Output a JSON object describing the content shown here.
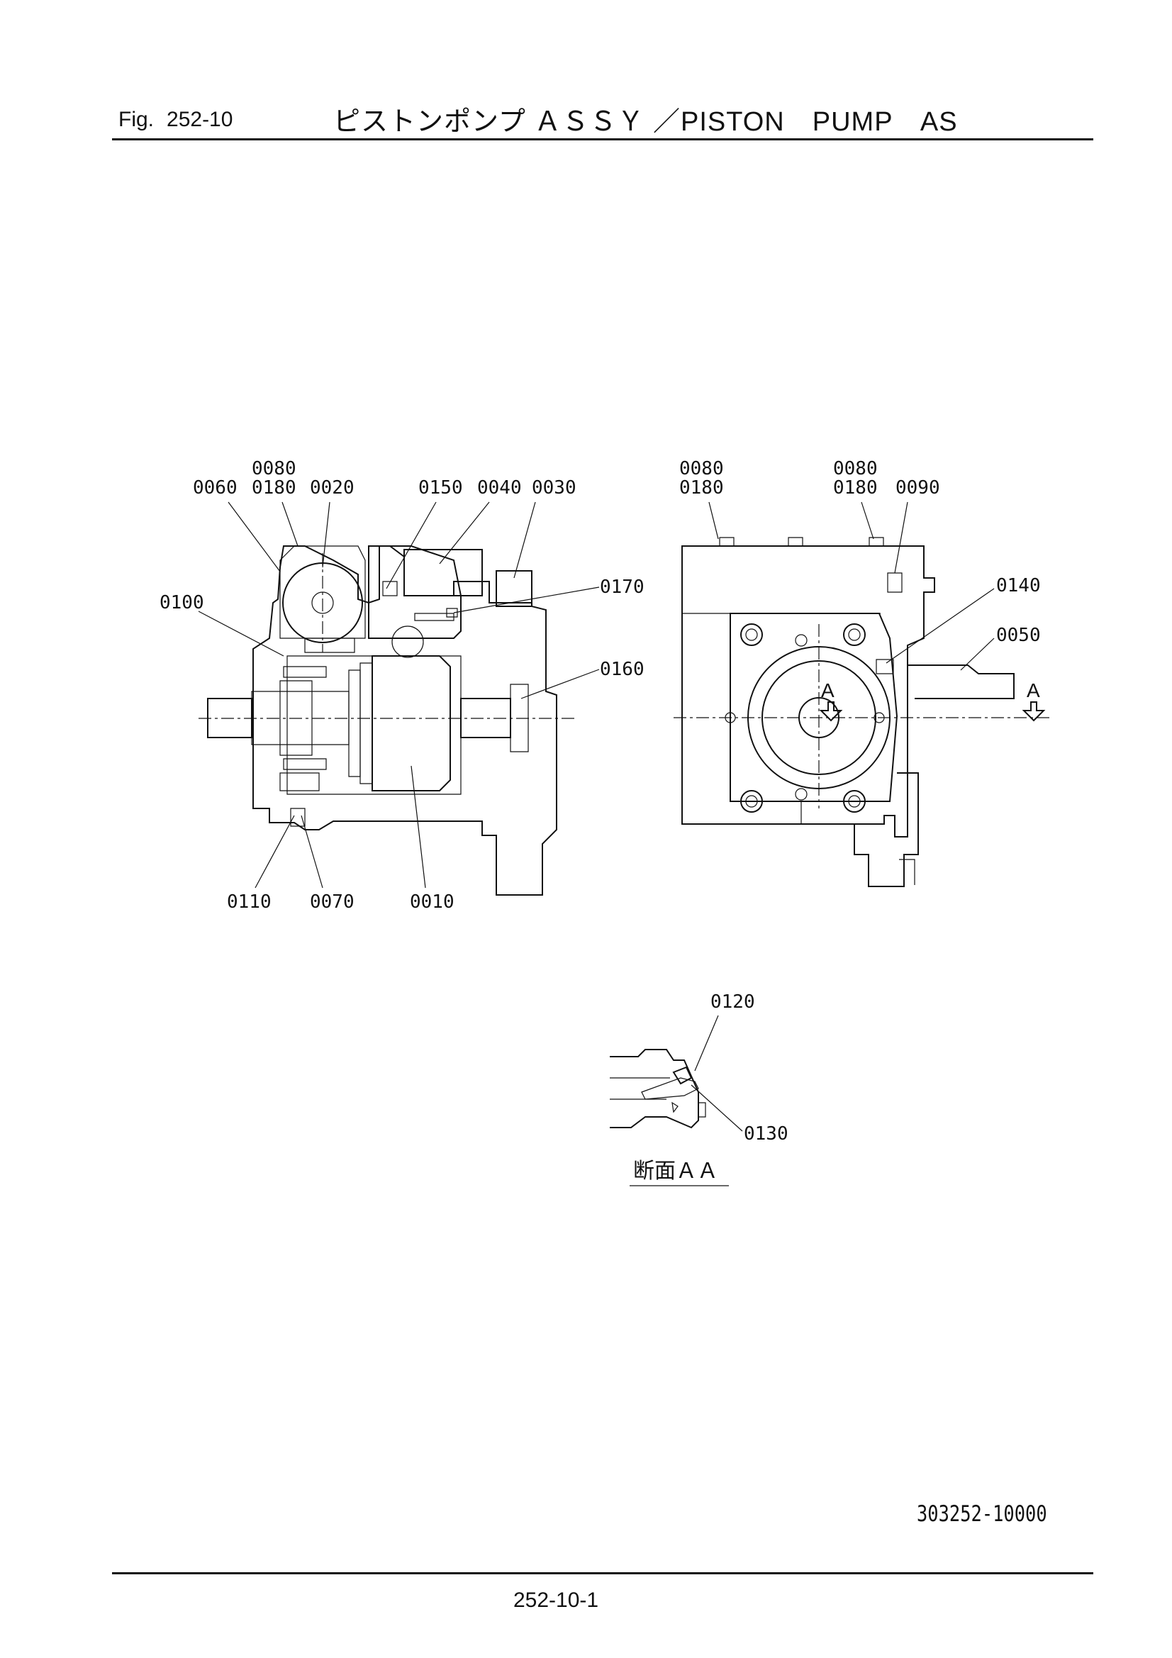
{
  "header": {
    "fig_label": "Fig.",
    "fig_number": "252-10",
    "title": "ピストンポンプ ＡＳＳＹ ／PISTON　PUMP　AS"
  },
  "callouts": {
    "c0080a": "0080",
    "c0060": "0060",
    "c0180a": "0180",
    "c0020": "0020",
    "c0150": "0150",
    "c0040": "0040",
    "c0030": "0030",
    "c0100": "0100",
    "c0170": "0170",
    "c0160": "0160",
    "c0110": "0110",
    "c0070": "0070",
    "c0010": "0010",
    "c0080b": "0080",
    "c0180b": "0180",
    "c0080c": "0080",
    "c0180c": "0180",
    "c0090": "0090",
    "c0140": "0140",
    "c0050": "0050",
    "c0120": "0120",
    "c0130": "0130"
  },
  "section": {
    "marker_a1": "A",
    "marker_a2": "A",
    "caption": "断面ＡＡ"
  },
  "footer": {
    "document_number": "303252-10000",
    "page_number": "252-10-1"
  }
}
